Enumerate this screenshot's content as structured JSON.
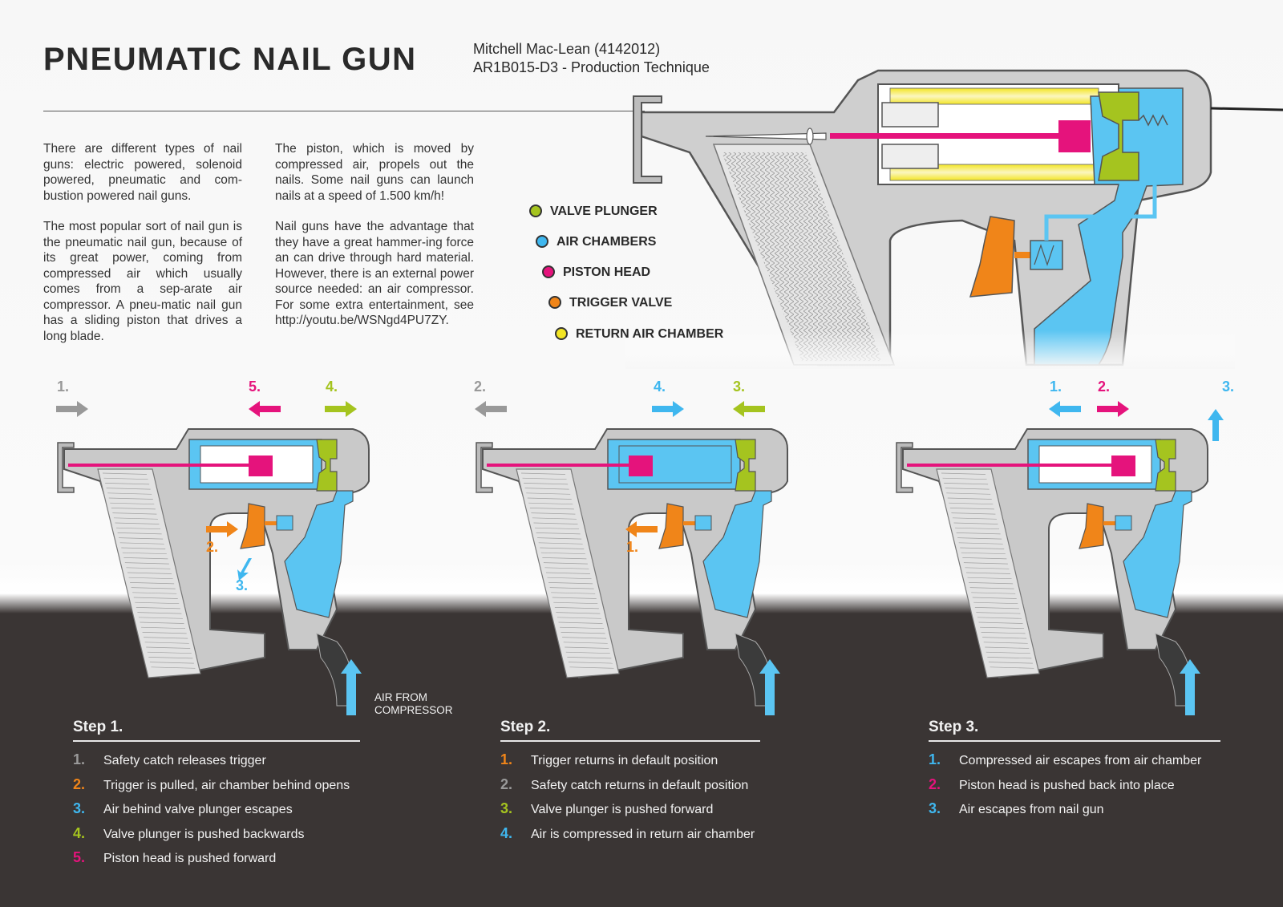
{
  "header": {
    "title": "PNEUMATIC NAIL GUN",
    "author_line": "Mitchell Mac-Lean (4142012)",
    "course_line": "AR1B015-D3 - Production Technique"
  },
  "intro": {
    "col1_p1": "There are different types of nail guns: electric powered, solenoid powered, pneumatic and com-bustion powered nail guns.",
    "col1_p2": "The most popular sort of nail gun is the pneumatic nail gun, because of its great power, coming from compressed air which usually comes from a sep-arate air compressor. A pneu-matic nail gun has a sliding piston that drives a long blade.",
    "col2_p1": "The piston, which is moved by compressed air, propels out the nails. Some nail guns can launch nails at a speed of 1.500 km/h!",
    "col2_p2": "Nail guns have the advantage that they have a great hammer-ing force an can drive through hard material. However, there is an external power source needed: an air compressor. For some extra entertainment, see http://youtu.be/WSNgd4PU7ZY."
  },
  "legend": [
    {
      "label": "VALVE PLUNGER",
      "color": "#a5c41f"
    },
    {
      "label": "AIR CHAMBERS",
      "color": "#3fb7ef"
    },
    {
      "label": "PISTON HEAD",
      "color": "#e5137c"
    },
    {
      "label": "TRIGGER VALVE",
      "color": "#f08519"
    },
    {
      "label": "RETURN AIR CHAMBER",
      "color": "#f3e524"
    }
  ],
  "colors": {
    "valve": "#a5c41f",
    "air": "#5bc5f2",
    "piston": "#e5137c",
    "trigger": "#f08519",
    "return_air": "#f3e524",
    "gray": "#9a9a9a",
    "dark_bg": "#3a3534",
    "body": "#c9c9c9"
  },
  "diagram_arrows": {
    "step1": [
      {
        "num": "1.",
        "direction": "right",
        "color": "#999999"
      },
      {
        "num": "5.",
        "direction": "left",
        "color": "#e5137c"
      },
      {
        "num": "4.",
        "direction": "right",
        "color": "#a5c41f"
      },
      {
        "num": "2.",
        "direction": "right",
        "color": "#f08519"
      },
      {
        "num": "3.",
        "direction": "down-left",
        "color": "#3fb7ef"
      }
    ],
    "step2": [
      {
        "num": "2.",
        "direction": "left",
        "color": "#999999"
      },
      {
        "num": "4.",
        "direction": "right",
        "color": "#3fb7ef"
      },
      {
        "num": "3.",
        "direction": "left",
        "color": "#a5c41f"
      },
      {
        "num": "1.",
        "direction": "left",
        "color": "#f08519"
      }
    ],
    "step3": [
      {
        "num": "1.",
        "direction": "left",
        "color": "#3fb7ef"
      },
      {
        "num": "2.",
        "direction": "right",
        "color": "#e5137c"
      },
      {
        "num": "3.",
        "direction": "up",
        "color": "#3fb7ef"
      }
    ]
  },
  "air_label": {
    "line1": "AIR FROM",
    "line2": "COMPRESSOR"
  },
  "steps": [
    {
      "title": "Step 1.",
      "items": [
        {
          "num": "1.",
          "text": "Safety catch releases trigger",
          "color": "#9a9a9a"
        },
        {
          "num": "2.",
          "text": "Trigger is pulled, air chamber behind opens",
          "color": "#f08519"
        },
        {
          "num": "3.",
          "text": "Air behind valve plunger escapes",
          "color": "#3fb7ef"
        },
        {
          "num": "4.",
          "text": "Valve plunger is pushed backwards",
          "color": "#a5c41f"
        },
        {
          "num": "5.",
          "text": "Piston head is pushed forward",
          "color": "#e5137c"
        }
      ]
    },
    {
      "title": "Step 2.",
      "items": [
        {
          "num": "1.",
          "text": "Trigger returns in default position",
          "color": "#f08519"
        },
        {
          "num": "2.",
          "text": "Safety catch returns in default position",
          "color": "#9a9a9a"
        },
        {
          "num": "3.",
          "text": "Valve plunger is pushed forward",
          "color": "#a5c41f"
        },
        {
          "num": "4.",
          "text": "Air is compressed in return air chamber",
          "color": "#3fb7ef"
        }
      ]
    },
    {
      "title": "Step 3.",
      "items": [
        {
          "num": "1.",
          "text": "Compressed air escapes from air chamber",
          "color": "#3fb7ef"
        },
        {
          "num": "2.",
          "text": "Piston head is pushed back into place",
          "color": "#e5137c"
        },
        {
          "num": "3.",
          "text": "Air escapes from nail gun",
          "color": "#3fb7ef"
        }
      ]
    }
  ]
}
